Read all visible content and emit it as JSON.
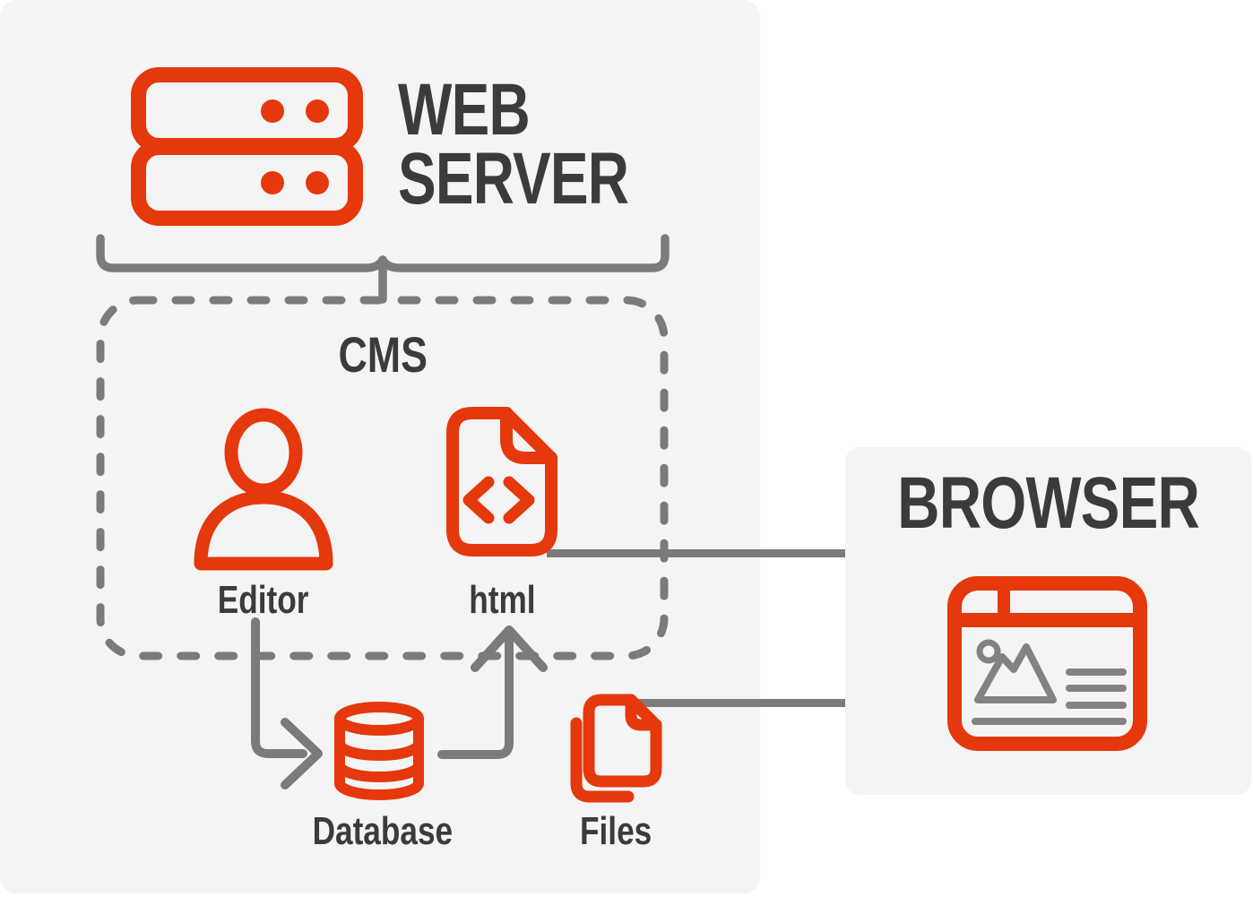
{
  "colors": {
    "accent": "#E5380C",
    "line": "#7B7B7B",
    "text": "#3B3B3B",
    "panel": "#F4F4F4",
    "canvas": "#FFFFFF",
    "icon_gray": "#828282"
  },
  "web_server": {
    "title_line1": "WEB",
    "title_line2": "SERVER",
    "icon": "server-icon"
  },
  "cms": {
    "label": "CMS",
    "editor": {
      "label": "Editor",
      "icon": "person-icon"
    },
    "html": {
      "label": "html",
      "icon": "code-file-icon"
    }
  },
  "database": {
    "label": "Database",
    "icon": "database-icon"
  },
  "files": {
    "label": "Files",
    "icon": "files-icon"
  },
  "browser": {
    "title": "BROWSER",
    "icon": "browser-window-icon"
  },
  "connections": [
    {
      "from": "web-server",
      "to": "cms",
      "type": "brace"
    },
    {
      "from": "editor",
      "to": "database",
      "type": "arrow"
    },
    {
      "from": "database",
      "to": "html",
      "type": "arrow"
    },
    {
      "from": "html",
      "to": "browser",
      "type": "line"
    },
    {
      "from": "files",
      "to": "browser",
      "type": "line"
    }
  ]
}
